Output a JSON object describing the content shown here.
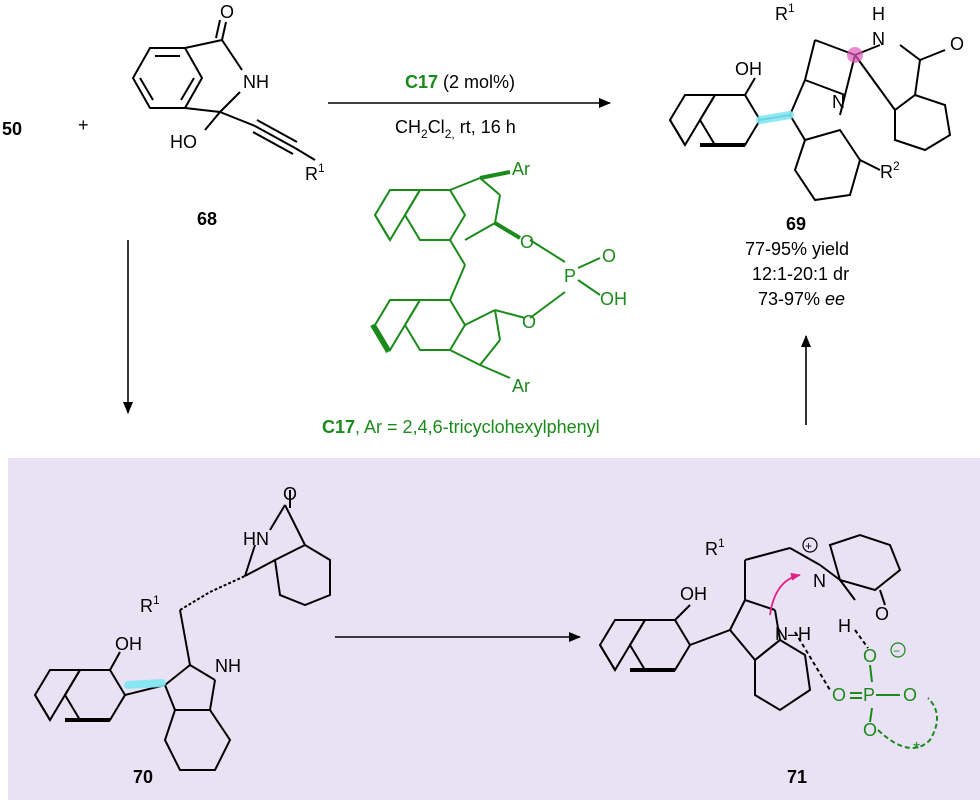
{
  "colors": {
    "catalyst_green": "#1a8a1a",
    "highlight_cyan": "#7fe8f3",
    "highlight_magenta": "#e05ab9",
    "panel_lavender": "#e9e2f4",
    "arrow_magenta": "#e0208a"
  },
  "reactants": {
    "compound_a_id": "50",
    "plus": "+",
    "compound_b_id": "68",
    "compound_b_r": "R",
    "compound_b_r_sup": "1",
    "atom_nh": "NH",
    "atom_o": "O",
    "atom_ho": "HO"
  },
  "conditions": {
    "catalyst_id": "C17",
    "catalyst_loading": " (2 mol%)",
    "solvent": "CH",
    "solvent_sub1": "2",
    "solvent_cl": "Cl",
    "solvent_sub2": "2,",
    "solvent_rest": " rt, 16 h"
  },
  "catalyst": {
    "ar_top": "Ar",
    "ar_bottom": "Ar",
    "atom_o1": "O",
    "atom_o2": "O",
    "atom_p": "P",
    "atom_o3": "O",
    "atom_oh": "OH",
    "caption_id": "C17",
    "caption_rest": ", Ar = 2,4,6-tricyclohexylphenyl"
  },
  "product": {
    "id": "69",
    "r1": "R",
    "r1_sup": "1",
    "r2": "R",
    "r2_sup": "2",
    "atom_oh": "OH",
    "atom_h": "H",
    "atom_n_top": "N",
    "atom_o": "O",
    "atom_n": "N",
    "yield": "77-95% yield",
    "dr": "12:1-20:1 dr",
    "ee_value": "73-97% ",
    "ee_label": "ee"
  },
  "intermediate_70": {
    "id": "70",
    "atom_o": "O",
    "atom_hn": "HN",
    "r1": "R",
    "r1_sup": "1",
    "atom_oh": "OH",
    "atom_nh": "NH"
  },
  "intermediate_71": {
    "id": "71",
    "r1": "R",
    "r1_sup": "1",
    "charge_plus": "+",
    "atom_n": "N",
    "atom_oh": "OH",
    "atom_nh": "N–H",
    "atom_h": "H",
    "atom_o_top": "O",
    "atom_o_carbonyl": "O",
    "charge_minus": "−",
    "atom_o_left": "O",
    "atom_p": "P",
    "atom_o_right": "O",
    "atom_o_bottom": "O",
    "star": "*"
  }
}
